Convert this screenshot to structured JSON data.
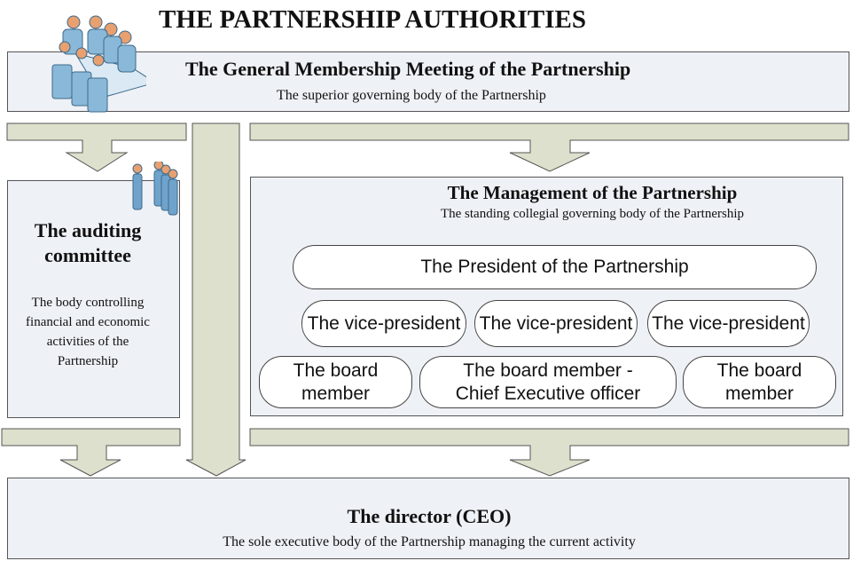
{
  "title": "THE PARTNERSHIP AUTHORITIES",
  "general_meeting": {
    "title": "The General Membership Meeting of the Partnership",
    "subtitle": "The superior governing body of the Partnership"
  },
  "auditing": {
    "title_line1": "The auditing",
    "title_line2": "committee",
    "desc_lines": [
      "The body controlling",
      "financial and economic",
      "activities of the",
      "Partnership"
    ]
  },
  "management": {
    "title": "The Management of the Partnership",
    "subtitle": "The standing collegial governing body of the Partnership",
    "president": "The President of the Partnership",
    "vice_presidents": [
      "The vice-president",
      "The vice-president",
      "The vice-president"
    ],
    "board": [
      {
        "line1": "The board",
        "line2": "member"
      },
      {
        "line1": "The board member -",
        "line2": "Chief Executive officer"
      },
      {
        "line1": "The board",
        "line2": "member"
      }
    ]
  },
  "director": {
    "title": "The director (CEO)",
    "subtitle": "The sole executive body of the Partnership managing the current activity"
  },
  "colors": {
    "box_fill": "#eef1f6",
    "arrow_fill": "#dde0cc",
    "icon_blue": "#8ab8d8"
  }
}
